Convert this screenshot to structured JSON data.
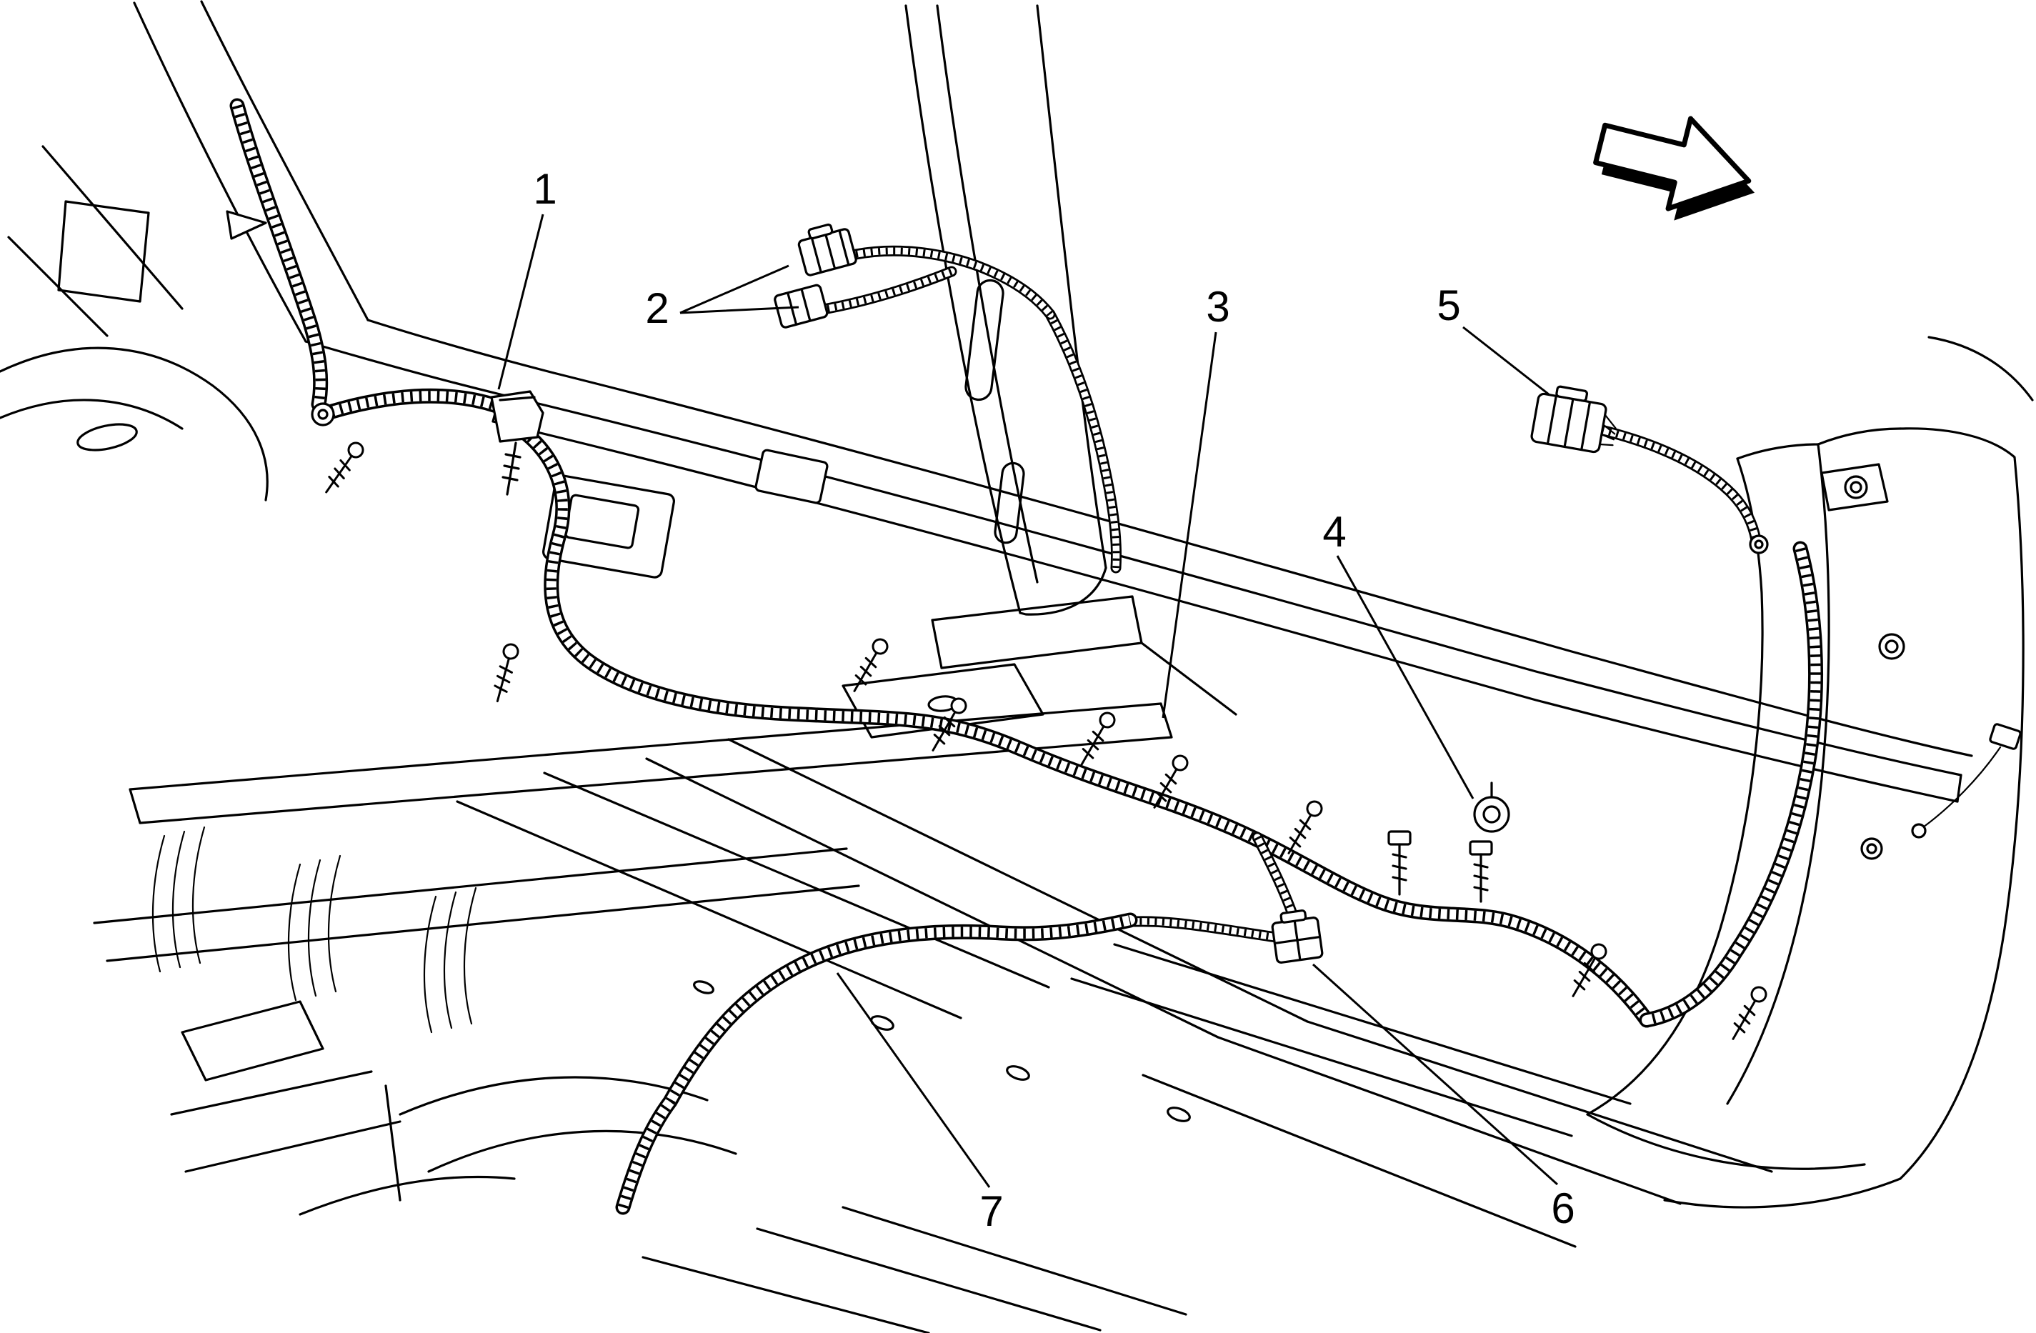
{
  "figure": {
    "background": "#ffffff",
    "ink_color": "#000000"
  },
  "callouts": [
    {
      "label": "1"
    },
    {
      "label": "2"
    },
    {
      "label": "3"
    },
    {
      "label": "4"
    },
    {
      "label": "5"
    },
    {
      "label": "6"
    },
    {
      "label": "7"
    }
  ],
  "icons": {
    "direction_arrow": "block-arrow-3d"
  }
}
